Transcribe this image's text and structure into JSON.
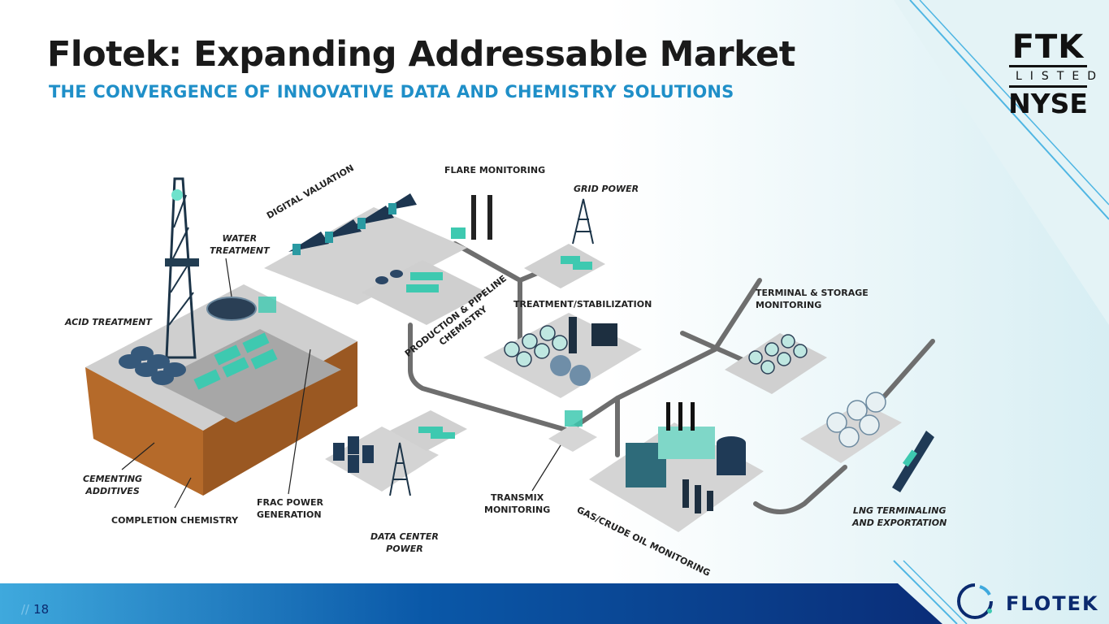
{
  "header": {
    "title": "Flotek: Expanding Addressable Market",
    "subtitle": "THE CONVERGENCE OF INNOVATIVE DATA AND CHEMISTRY SOLUTIONS"
  },
  "ticker_logo": {
    "line1": "FTK",
    "line2": "LISTED",
    "line3": "NYSE"
  },
  "diagram_labels": {
    "flare_monitoring": "FLARE MONITORING",
    "grid_power": "GRID POWER",
    "digital_valuation": "DIGITAL VALUATION",
    "water_treatment_1": "WATER",
    "water_treatment_2": "TREATMENT",
    "acid_treatment": "ACID TREATMENT",
    "production_1": "PRODUCTION & PIPELINE",
    "production_2": "CHEMISTRY",
    "treatment_stabilization": "TREATMENT/STABILIZATION",
    "terminal_1": "TERMINAL & STORAGE",
    "terminal_2": "MONITORING",
    "cementing_1": "CEMENTING",
    "cementing_2": "ADDITIVES",
    "completion_chemistry": "COMPLETION CHEMISTRY",
    "frac_1": "FRAC POWER",
    "frac_2": "GENERATION",
    "transmix_1": "TRANSMIX",
    "transmix_2": "MONITORING",
    "data_center_1": "DATA CENTER",
    "data_center_2": "POWER",
    "gas_crude": "GAS/CRUDE OIL MONITORING",
    "lng_1": "LNG TERMINALING",
    "lng_2": "AND EXPORTATION"
  },
  "footer": {
    "page_prefix": "//",
    "page_number": "18",
    "brand": "FLOTEK"
  },
  "colors": {
    "teal": "#3ec9b0",
    "blue": "#1f8fc8",
    "navy": "#0b2a6f",
    "soil": "#b56a2a",
    "pipe": "#6b6b6b"
  }
}
